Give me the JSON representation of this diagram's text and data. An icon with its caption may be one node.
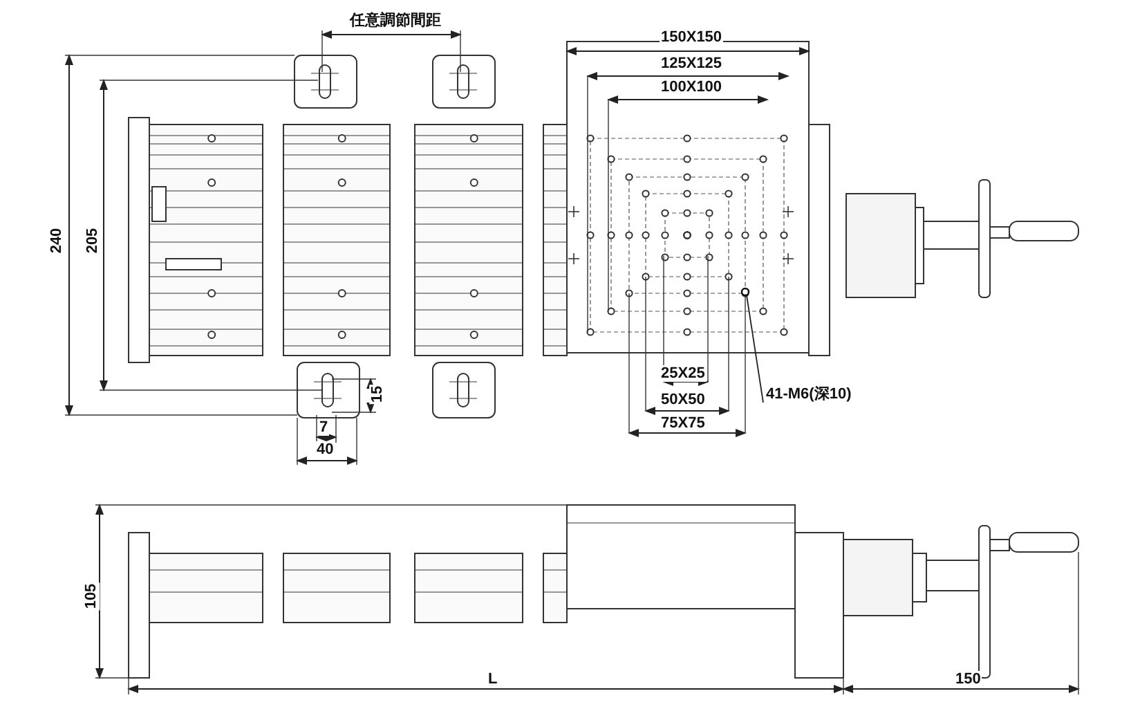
{
  "diagram": {
    "nodes": [
      {
        "text": [
          "41-M6(深10)"
        ]
      },
      {
        "text": [],
        "shape": "circle"
      }
    ],
    "edges": [
      {
        "from": 0,
        "to": 1,
        "arrow": "none"
      }
    ],
    "labels": [
      "任意調節間距",
      "150X150",
      "125X125",
      "100X100",
      "240",
      "205",
      "25X25",
      "15",
      "50X50",
      "7",
      "75X75",
      "40",
      "105",
      "L",
      "150"
    ]
  }
}
